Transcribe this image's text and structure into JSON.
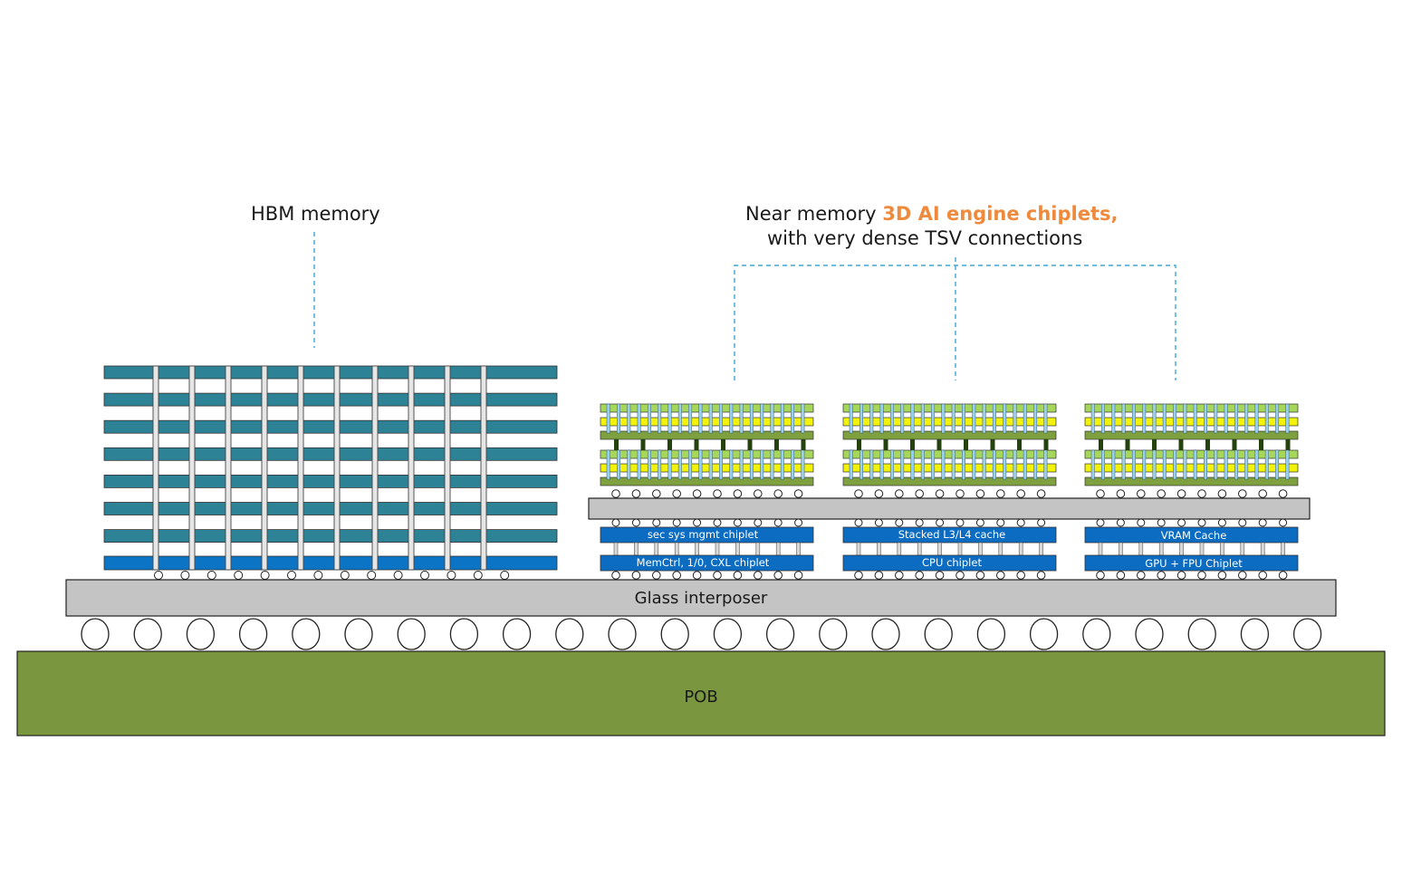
{
  "labels": {
    "hbm": "HBM memory",
    "near_memory_prefix": "Near memory ",
    "near_memory_highlight": "3D AI engine chiplets,",
    "near_memory_line2": "with very dense TSV connections"
  },
  "layers": {
    "interposer": "Glass interposer",
    "pob": "POB"
  },
  "stacks": [
    {
      "top_chip": "sec sys mgmt chiplet",
      "bottom_chip": "MemCtrl, 1/0, CXL chiplet"
    },
    {
      "top_chip": "Stacked L3/L4 cache",
      "bottom_chip": "CPU chiplet"
    },
    {
      "top_chip": "VRAM Cache",
      "bottom_chip": "GPU + FPU Chiplet"
    }
  ],
  "colors": {
    "hbm_layer": "#2e8295",
    "hbm_base": "#0b74c4",
    "chip_blue": "#0b6cc2",
    "interposer": "#c4c4c4",
    "pob": "#7a963e",
    "leader_line": "#3ba7d6",
    "green_light": "#a6d65a",
    "green_dark": "#7fa03e",
    "yellow": "#f2f20a",
    "tsv_blue": "#9ad0ea",
    "accent": "#ef8a3c"
  }
}
